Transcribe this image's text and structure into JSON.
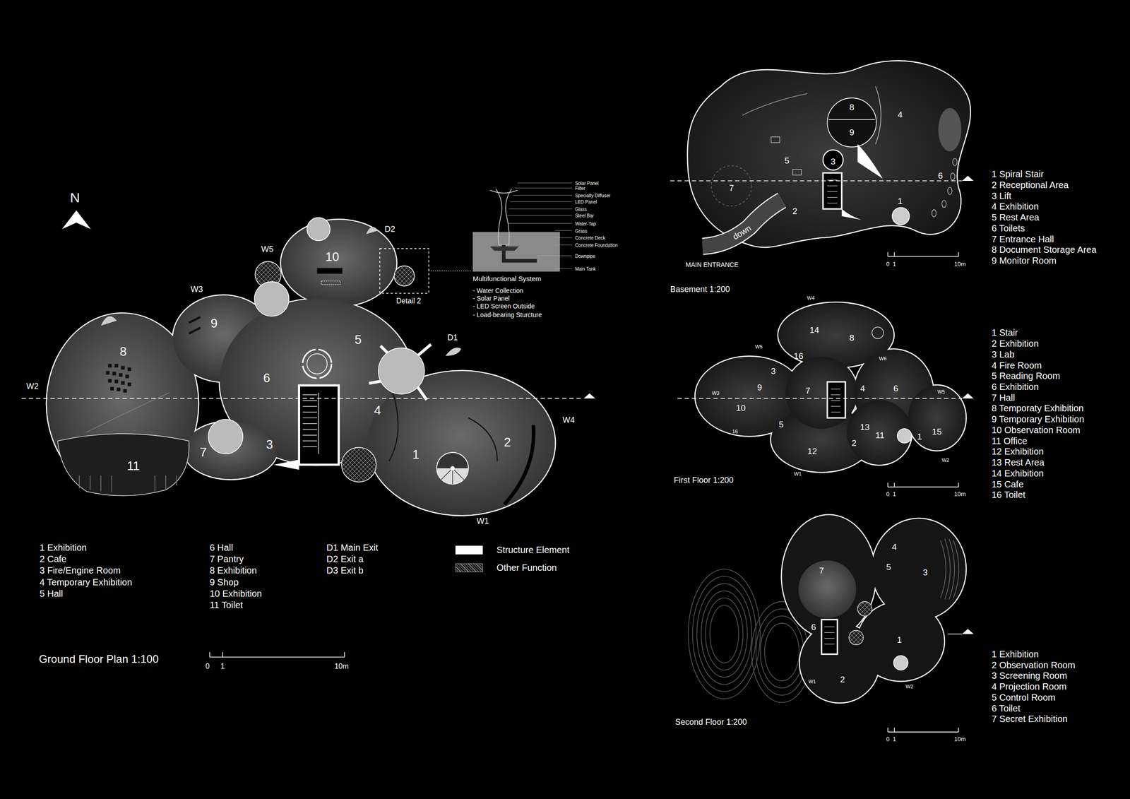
{
  "diagram": {
    "labels": [
      "N",
      "8",
      "9",
      "10",
      "5",
      "6",
      "4",
      "1",
      "2",
      "3",
      "7",
      "11",
      "D2",
      "W5",
      "W3",
      "D1",
      "W2",
      "W4",
      "W1",
      "Detail 2",
      "Solar Panel",
      "Filter",
      "Specialty Diffuser",
      "LED Panel",
      "Glass",
      "Steel Bar",
      "Water-Tap",
      "Grass",
      "Concrete Deck",
      "Concrete Foundation",
      "Downpipe",
      "Main Tank",
      "Multifunctional System",
      "- Water Collection",
      "- Solar Panel",
      "- LED Screen Outside",
      "- Load-bearing Sturcture",
      "1 Exhibition",
      "2 Cafe",
      "3 Fire/Engine Room",
      "4 Temporary Exhibition",
      "5 Hall",
      "6 Hall",
      "7 Pantry",
      "8 Exhibition",
      "9 Shop",
      "10 Exhibition",
      "11 Toilet",
      "D1 Main Exit",
      "D2 Exit a",
      "D3 Exit b",
      "Ground Floor Plan 1:100",
      "0",
      "1",
      "10m",
      "8",
      "4",
      "9",
      "5",
      "3",
      "7",
      "6",
      "2",
      "1",
      "down",
      "MAIN ENTRANCE",
      "Basement 1:200",
      "0",
      "1",
      "10m",
      "1 Spiral Stair",
      "2 Receptional Area",
      "3 Lift",
      "4 Exhibition",
      "5 Rest Area",
      "6 Toilets",
      "7 Entrance Hall",
      "8 Document Storage Area",
      "9 Monitor Room",
      "W4",
      "14",
      "8",
      "W5",
      "16",
      "3",
      "W6",
      "9",
      "7",
      "4",
      "6",
      "W3",
      "W5",
      "10",
      "5",
      "13",
      "11",
      "1",
      "15",
      "16",
      "12",
      "2",
      "W1",
      "W2",
      "First Floor 1:200",
      "0",
      "1",
      "10m",
      "1 Stair",
      "2 Exhibition",
      "3 Lab",
      "4 Fire Room",
      "5 Reading Room",
      "6 Exhibition",
      "7 Hall",
      "8 Temporaty Exhibition",
      "9 Temporary Exhibition",
      "10 Observation Room",
      "11 Office",
      "12 Exhibition",
      "13 Rest Area",
      "14 Exhibition",
      "15 Cafe",
      "16 Toilet",
      "7",
      "4",
      "5",
      "3",
      "6",
      "1",
      "2",
      "W1",
      "W2",
      "Second Floor 1:200",
      "0",
      "1",
      "10m",
      "1 Exhibition",
      "2 Observation Room",
      "3 Screening Room",
      "4 Projection Room",
      "5 Control Room",
      "6 Toilet",
      "7 Secret Exhibition"
    ],
    "legend": [
      {
        "text": "Structure Element",
        "color": "#ffffff"
      },
      {
        "text": "Other Function"
      }
    ]
  }
}
